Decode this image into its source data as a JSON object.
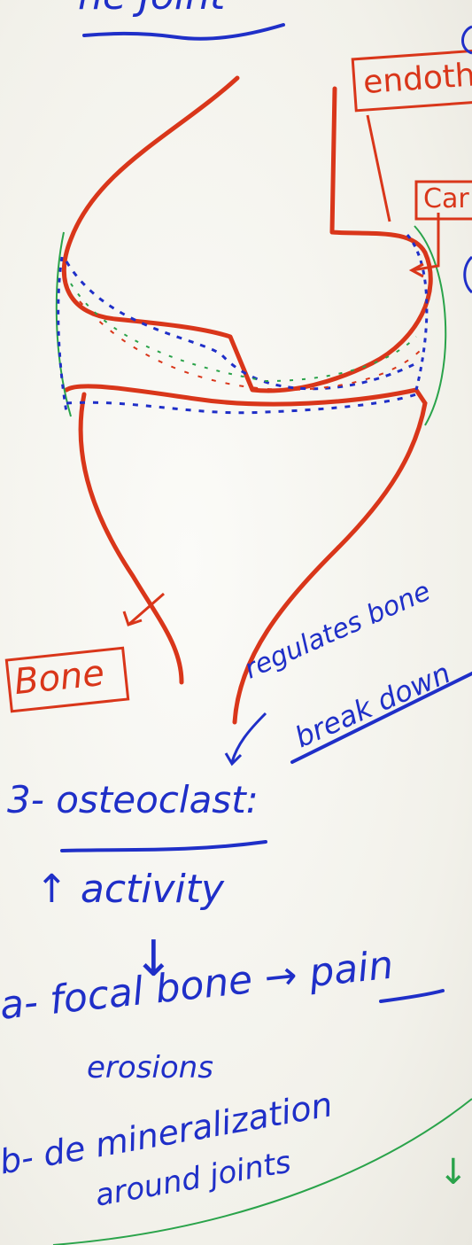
{
  "labels": {
    "heading_fragment": "he Joint",
    "endothelium_box": "endothe",
    "cartilage_box": "Car",
    "bone_box": "Bone",
    "regulates_bone": "regulates bone",
    "breakdown": "break down",
    "osteoclast": "3- osteoclast:",
    "activity": "↑ activity",
    "down_arrow": "↓",
    "focal": "a- focal bone → pain",
    "erosions": "erosions",
    "demineral": "b- de mineralization",
    "around_joints": "around joints",
    "green_arrow": "↓"
  },
  "colors": {
    "red_marker": "#d9361a",
    "blue_marker": "#1f2fc8",
    "green_marker": "#2aa34a",
    "board": "#f5f4ee"
  }
}
